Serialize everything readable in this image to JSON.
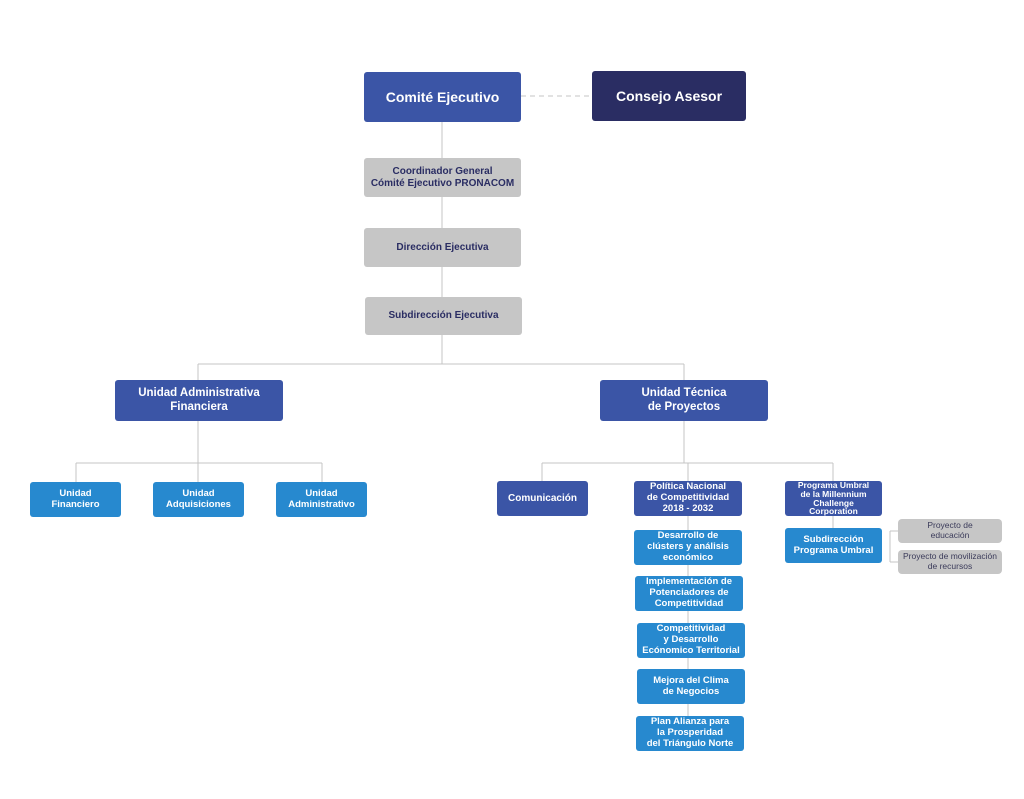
{
  "chart": {
    "comite_ejecutivo": "Comité Ejecutivo",
    "consejo_asesor": "Consejo Asesor",
    "coordinador_general": "Coordinador General\nCómité Ejecutivo PRONACOM",
    "direccion_ejecutiva": "Dirección Ejecutiva",
    "subdireccion_ejecutiva": "Subdirección Ejecutiva",
    "unidad_admin_financiera": "Unidad Administrativa\nFinanciera",
    "unidad_tecnica": "Unidad Técnica\nde Proyectos",
    "admin_children": [
      "Unidad\nFinanciero",
      "Unidad\nAdquisiciones",
      "Unidad\nAdministrativo"
    ],
    "comunicacion": "Comunicación",
    "politica_nacional": "Política Nacional\nde Competitividad\n2018 - 2032",
    "politica_children": [
      "Desarrollo de\nclústers y análisis\neconómico",
      "Implementación de\nPotenciadores de\nCompetitividad",
      "Competitividad\ny Desarrollo\nEcónomico Territorial",
      "Mejora del Clima\nde Negocios",
      "Plan Alianza para\nla Prosperidad\ndel Triángulo Norte"
    ],
    "programa_umbral": "Programa Umbral\nde la Millennium\nChallenge Corporation",
    "subdireccion_umbral": "Subdirección\nPrograma Umbral",
    "proyectos": [
      "Proyecto de\neducación",
      "Proyecto de movilización\nde recursos"
    ]
  },
  "colors": {
    "primary": "#3b55a6",
    "dark": "#2a2d63",
    "light": "#2789cf",
    "grey": "#c6c6c6",
    "line": "#c4c4c4"
  }
}
